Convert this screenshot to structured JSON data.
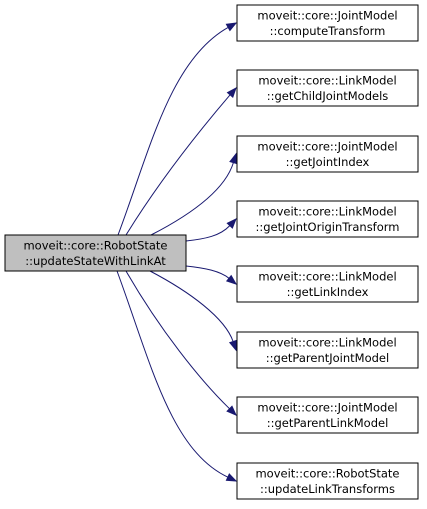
{
  "graph": {
    "colors": {
      "edge": "#191970",
      "source_fill": "#bfbfbf",
      "target_fill": "#ffffff",
      "border": "#000000",
      "background": "#ffffff"
    },
    "source": {
      "line1": "moveit::core::RobotState",
      "line2": "::updateStateWithLinkAt"
    },
    "targets": [
      {
        "line1": "moveit::core::JointModel",
        "line2": "::computeTransform"
      },
      {
        "line1": "moveit::core::LinkModel",
        "line2": "::getChildJointModels"
      },
      {
        "line1": "moveit::core::JointModel",
        "line2": "::getJointIndex"
      },
      {
        "line1": "moveit::core::LinkModel",
        "line2": "::getJointOriginTransform"
      },
      {
        "line1": "moveit::core::LinkModel",
        "line2": "::getLinkIndex"
      },
      {
        "line1": "moveit::core::LinkModel",
        "line2": "::getParentJointModel"
      },
      {
        "line1": "moveit::core::JointModel",
        "line2": "::getParentLinkModel"
      },
      {
        "line1": "moveit::core::RobotState",
        "line2": "::updateLinkTransforms"
      }
    ]
  }
}
